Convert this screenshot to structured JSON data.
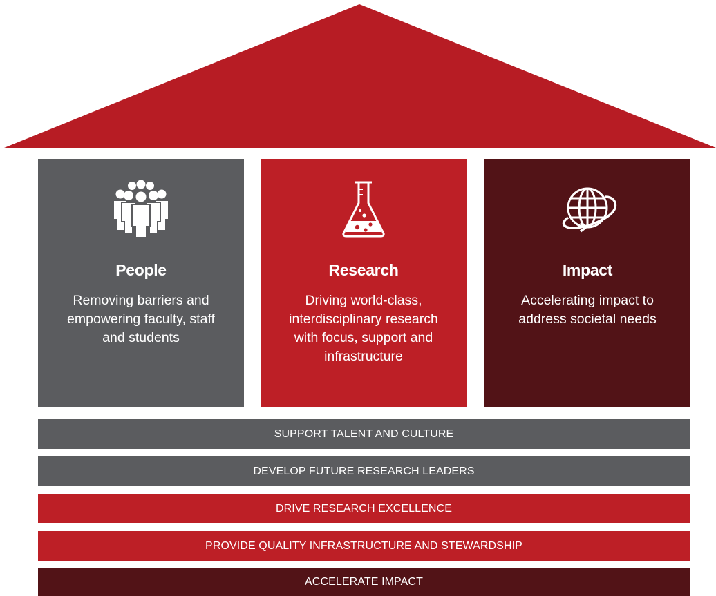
{
  "colors": {
    "roof": "#b71c24",
    "people": "#5b5c5f",
    "research": "#bd1f26",
    "impact": "#521317",
    "band_gray": "#5b5c5f",
    "band_red": "#bd1f26",
    "band_dark": "#521317"
  },
  "pillars": [
    {
      "icon": "people-group-icon",
      "title": "People",
      "description": "Removing barriers and empowering faculty, staff and students"
    },
    {
      "icon": "flask-icon",
      "title": "Research",
      "description": "Driving world-class, interdisciplinary research with focus, support and infrastructure"
    },
    {
      "icon": "globe-arrow-icon",
      "title": "Impact",
      "description": "Accelerating impact to address societal needs"
    }
  ],
  "foundations": [
    {
      "label": "SUPPORT TALENT AND CULTURE"
    },
    {
      "label": "DEVELOP FUTURE RESEARCH LEADERS"
    },
    {
      "label": "DRIVE RESEARCH EXCELLENCE"
    },
    {
      "label": "PROVIDE QUALITY INFRASTRUCTURE AND STEWARDSHIP"
    },
    {
      "label": "ACCELERATE IMPACT"
    }
  ]
}
